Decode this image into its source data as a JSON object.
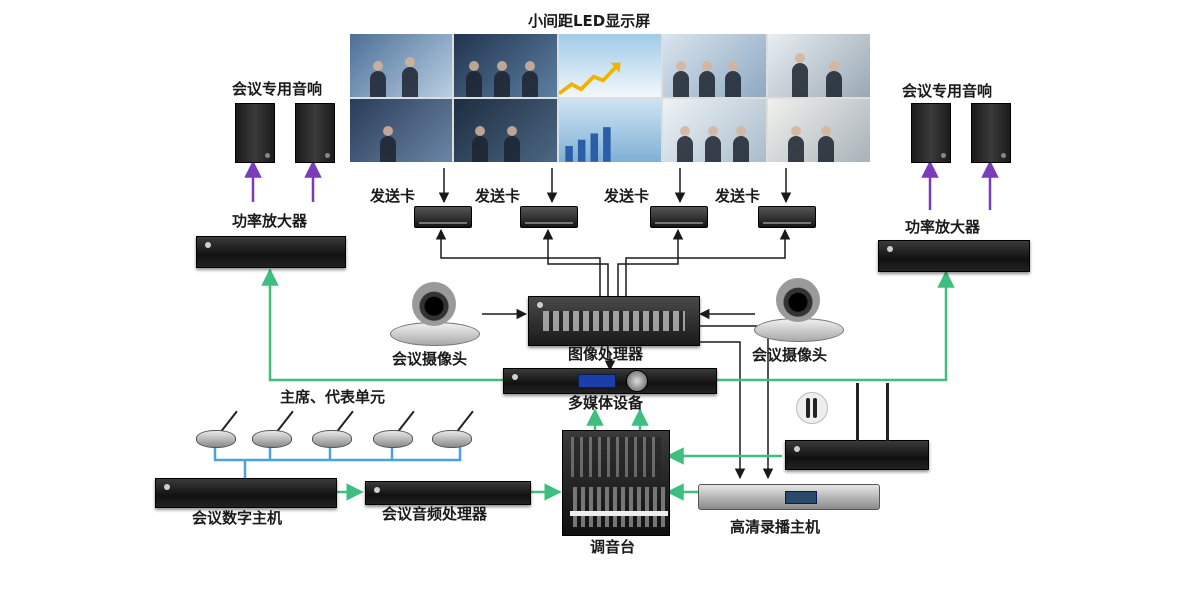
{
  "labels": {
    "led_screen": "小间距LED显示屏",
    "speakers_left": "会议专用音响",
    "speakers_right": "会议专用音响",
    "amplifier_left": "功率放大器",
    "amplifier_right": "功率放大器",
    "send_card_1": "发送卡",
    "send_card_2": "发送卡",
    "send_card_3": "发送卡",
    "send_card_4": "发送卡",
    "camera_left": "会议摄像头",
    "camera_right": "会议摄像头",
    "image_processor": "图像处理器",
    "multimedia_device": "多媒体设备",
    "chair_units": "主席、代表单元",
    "digital_host": "会议数字主机",
    "audio_processor": "会议音频处理器",
    "mixer": "调音台",
    "recording_host": "高清录播主机"
  },
  "colors": {
    "green_link": "#3fbf7f",
    "purple_link": "#7a3db8",
    "blue_link": "#4aa3e0",
    "black_link": "#1a1a1a"
  },
  "icons": [
    "speaker-icon",
    "amplifier-icon",
    "send-card-icon",
    "camera-icon",
    "processor-icon",
    "microphone-icon",
    "mixer-icon",
    "recorder-icon",
    "wireless-receiver-icon"
  ]
}
